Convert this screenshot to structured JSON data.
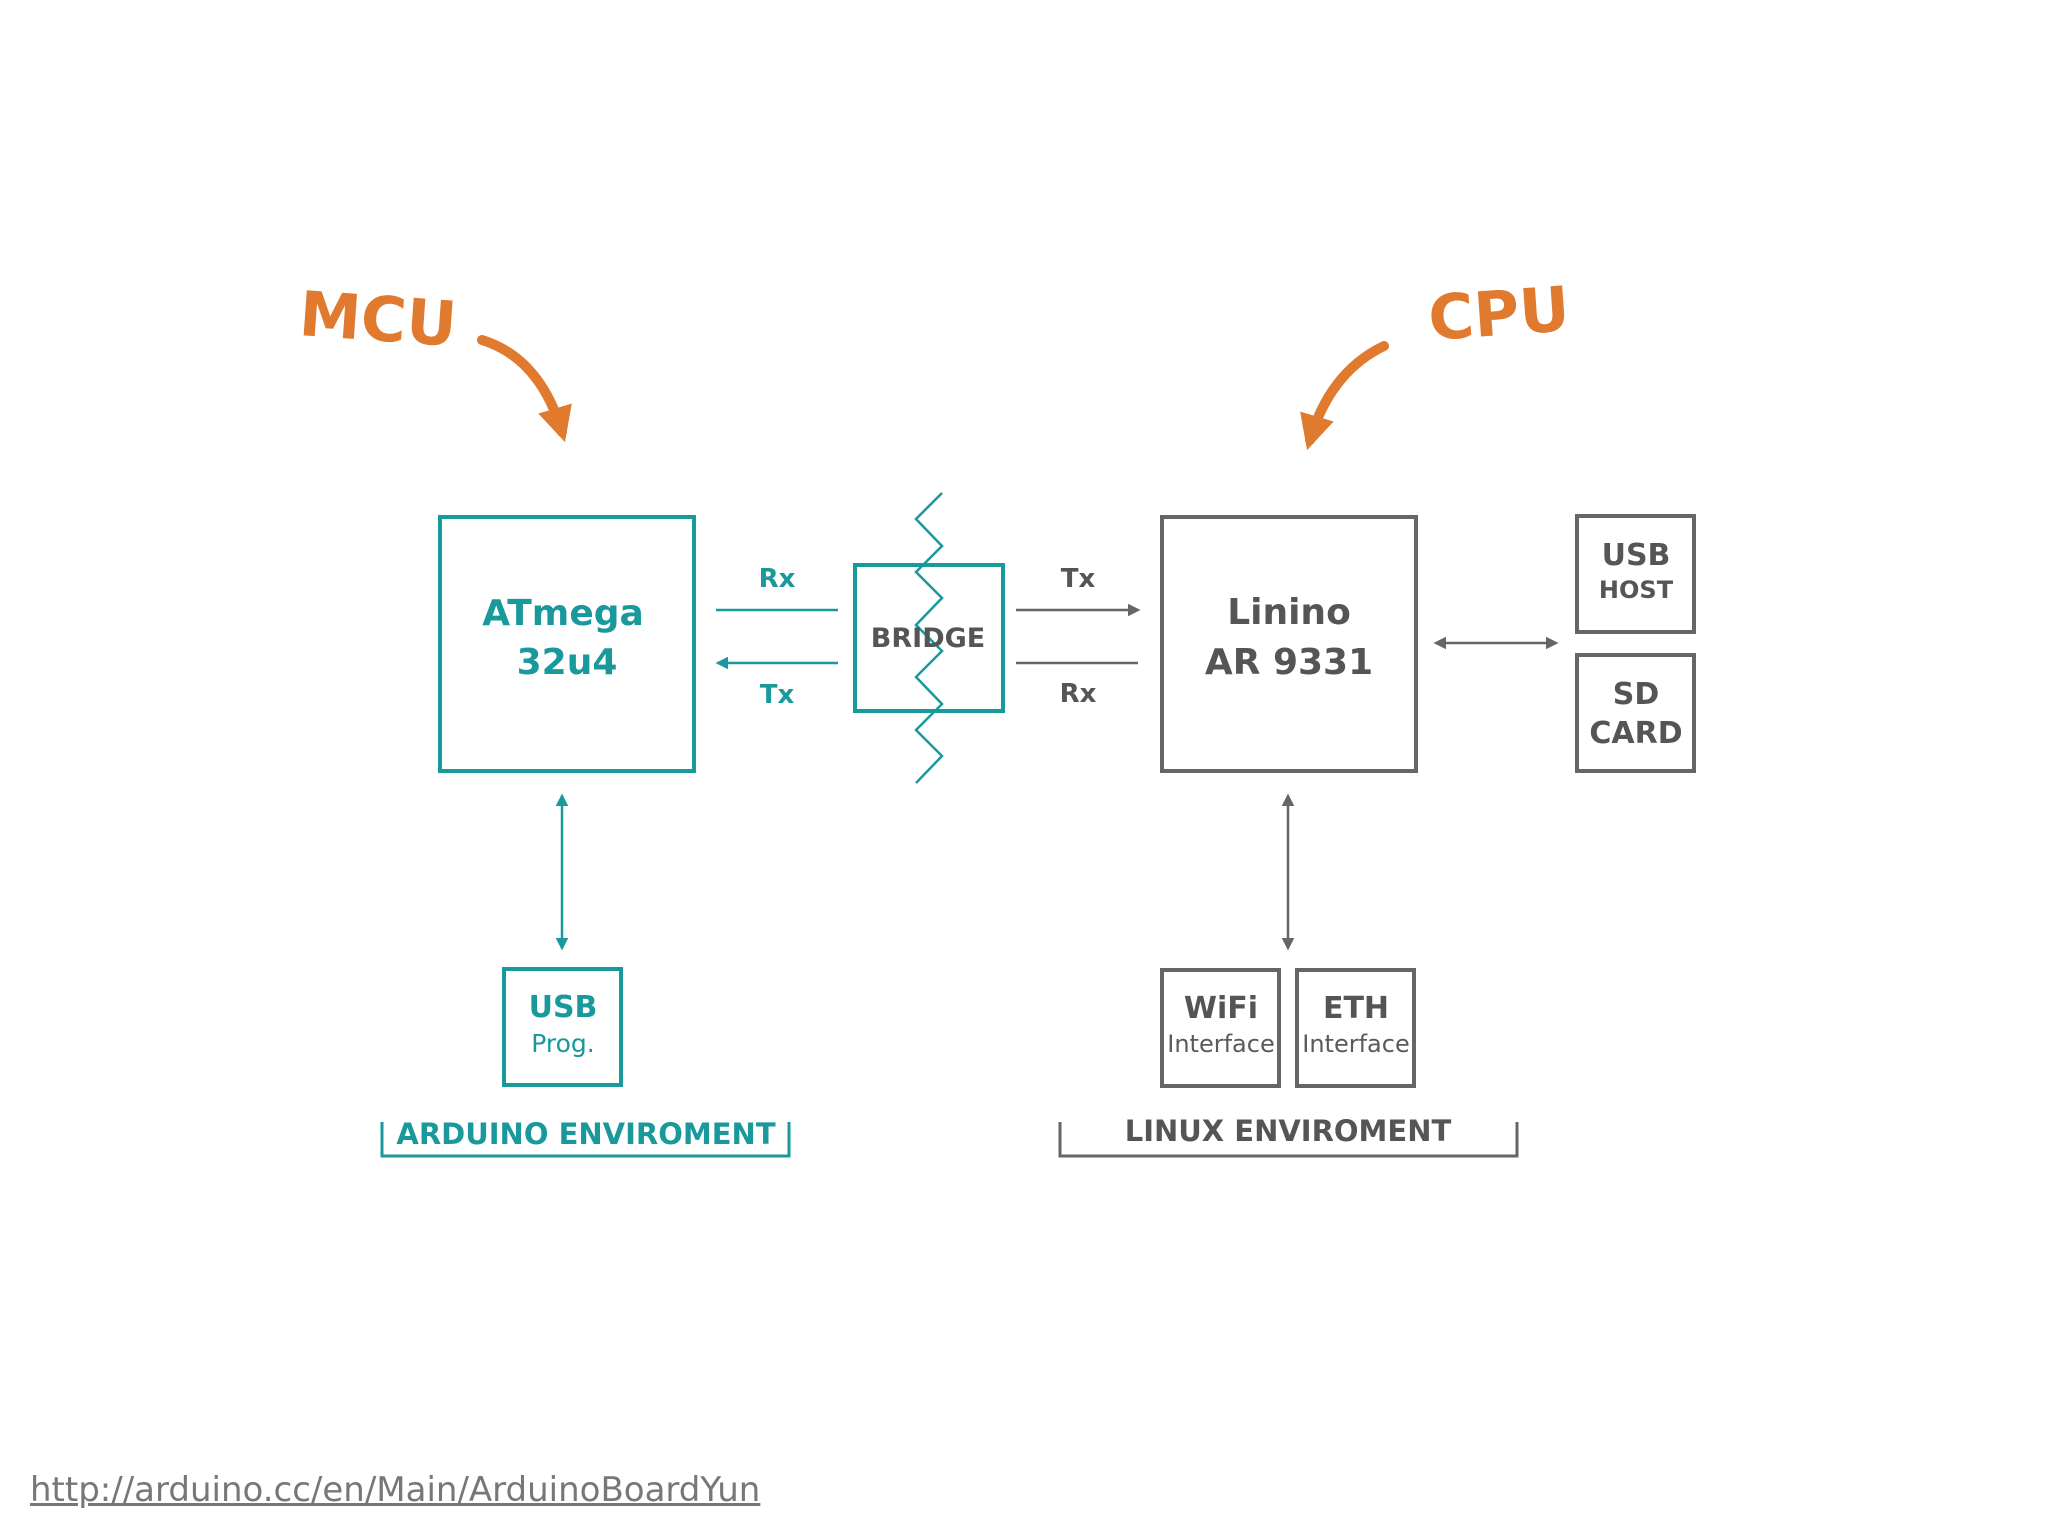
{
  "annotations": {
    "mcu": "MCU",
    "cpu": "CPU"
  },
  "mcu_block": {
    "line1": "ATmega",
    "line2": "32u4"
  },
  "cpu_block": {
    "line1": "Linino",
    "line2": "AR 9331"
  },
  "bridge": {
    "label": "BRIDGE"
  },
  "signals": {
    "left_rx": "Rx",
    "left_tx": "Tx",
    "right_tx": "Tx",
    "right_rx": "Rx"
  },
  "usb_prog": {
    "line1": "USB",
    "line2": "Prog."
  },
  "usb_host": {
    "line1": "USB",
    "line2": "HOST"
  },
  "sd_card": {
    "line1": "SD",
    "line2": "CARD"
  },
  "wifi": {
    "line1": "WiFi",
    "line2": "Interface"
  },
  "eth": {
    "line1": "ETH",
    "line2": "Interface"
  },
  "environments": {
    "arduino": "ARDUINO ENVIROMENT",
    "linux": "LINUX ENVIROMENT"
  },
  "source_url": "http://arduino.cc/en/Main/ArduinoBoardYun",
  "colors": {
    "teal": "#19999c",
    "gray": "#666666",
    "orange": "#e07a2f"
  }
}
